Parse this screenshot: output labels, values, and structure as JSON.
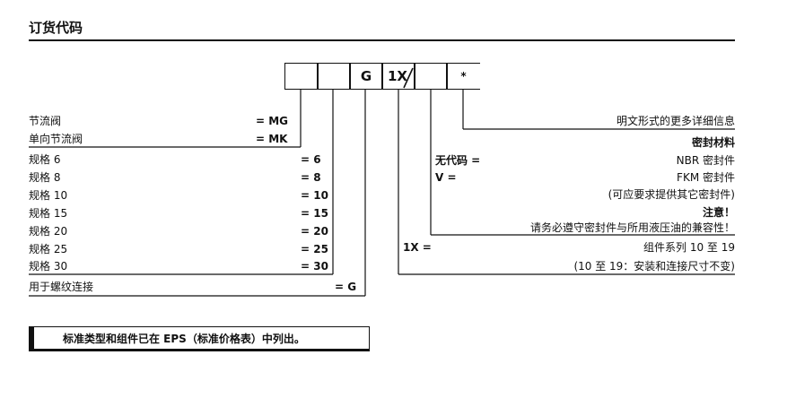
{
  "title": "订货代码",
  "code_boxes": [
    "",
    "",
    "G",
    "1X",
    "",
    "*"
  ],
  "left_options": [
    {
      "label": "节流阀",
      "code": "= MG"
    },
    {
      "label": "单向节流阀",
      "code": "= MK"
    },
    {
      "label": "规格 6",
      "code": "= 6"
    },
    {
      "label": "规格 8",
      "code": "= 8"
    },
    {
      "label": "规格 10",
      "code": "= 10"
    },
    {
      "label": "规格 15",
      "code": "= 15"
    },
    {
      "label": "规格 20",
      "code": "= 20"
    },
    {
      "label": "规格 25",
      "code": "= 25"
    },
    {
      "label": "规格 30",
      "code": "= 30"
    },
    {
      "label": "用于螺纹连接",
      "code": "= G"
    }
  ],
  "right": {
    "details": "明文形式的更多详细信息",
    "seal_heading": "密封材料",
    "seal_none_code": "无代码 =",
    "seal_nbr": "NBR 密封件",
    "seal_v_code": "V =",
    "seal_fkm": "FKM 密封件",
    "seal_other": "(可应要求提供其它密封件)",
    "caution_heading": "注意！",
    "caution_text": "请务必遵守密封件与所用液压油的兼容性！",
    "series_code": "1X =",
    "series_text": "组件系列 10 至 19",
    "series_note": "(10 至 19：安装和连接尺寸不变)"
  },
  "note": "标准类型和组件已在 EPS（标准价格表）中列出。"
}
